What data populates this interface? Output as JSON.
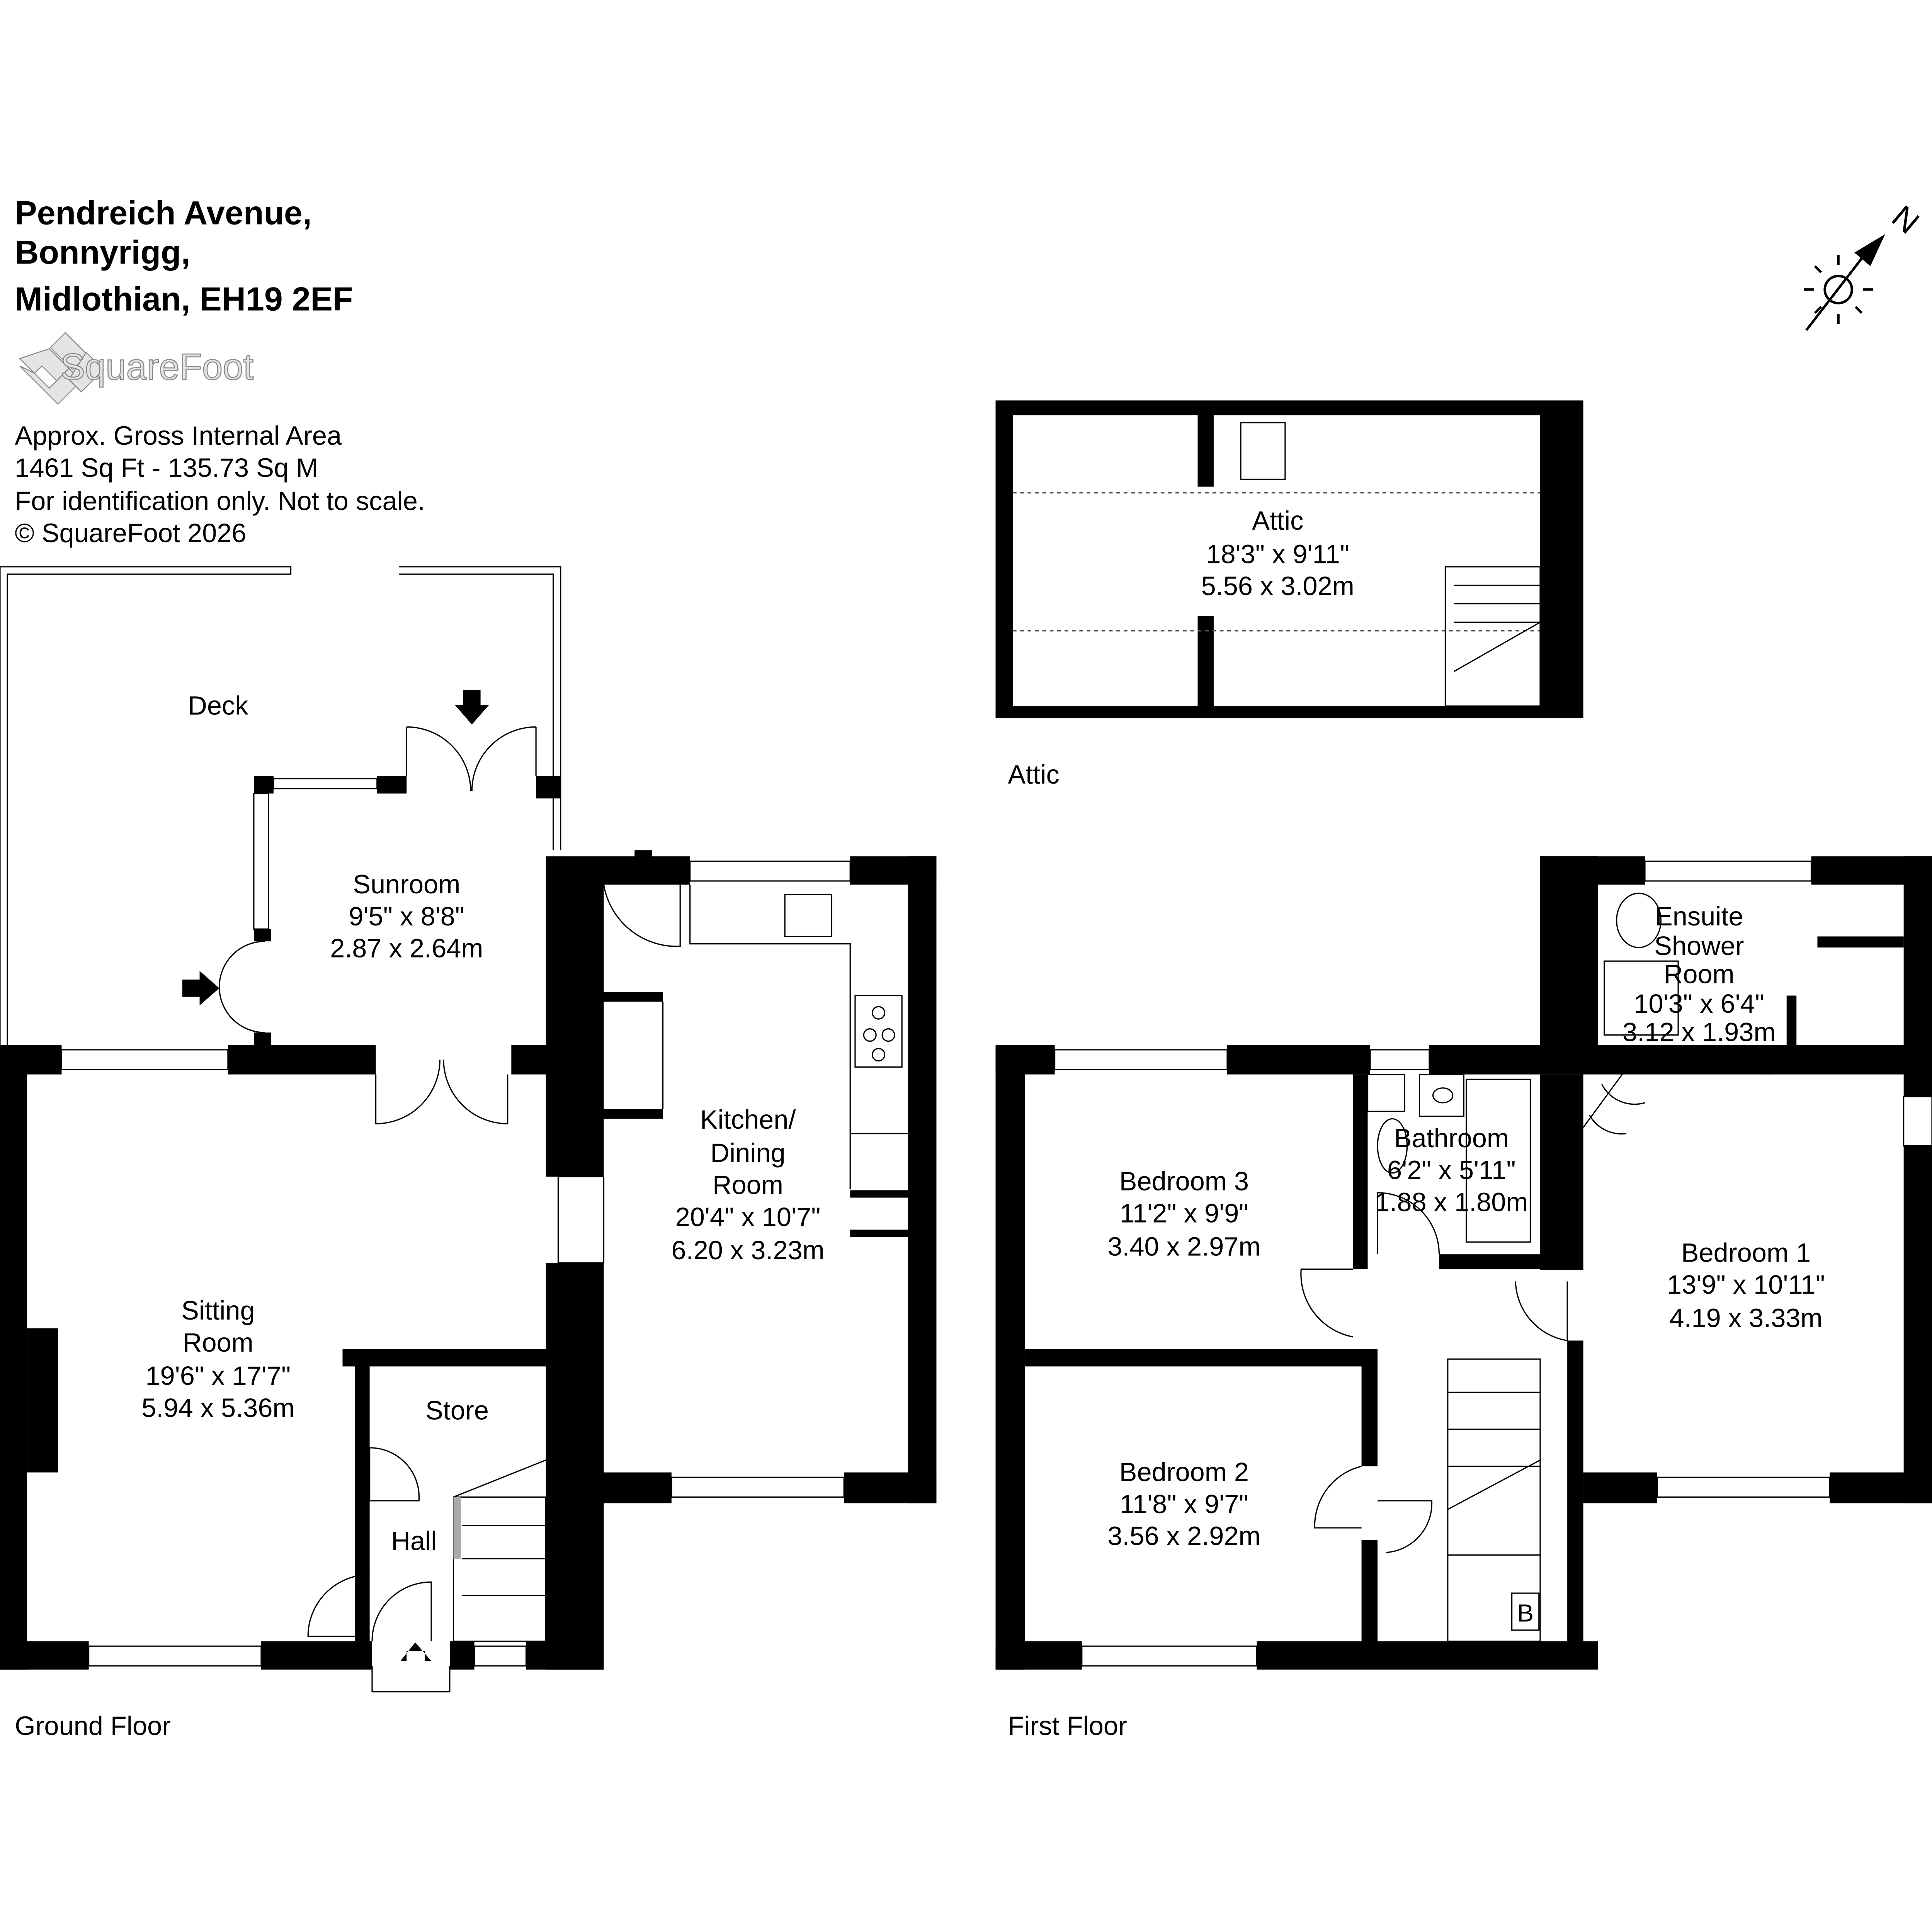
{
  "header": {
    "address_line1": "Pendreich Avenue,",
    "address_line2": "Bonnyrigg,",
    "address_line3": "Midlothian, EH19 2EF"
  },
  "logo": {
    "text": "SquareFoot"
  },
  "info": {
    "line1": "Approx. Gross Internal Area",
    "line2": "1461 Sq Ft  -  135.73 Sq M",
    "line3": "For identification only. Not to scale.",
    "line4": "© SquareFoot 2026"
  },
  "compass": {
    "label": "N"
  },
  "floors": {
    "ground": {
      "label": "Ground Floor",
      "deck": "Deck",
      "sunroom": {
        "name": "Sunroom",
        "imperial": "9'5\" x 8'8\"",
        "metric": "2.87 x 2.64m"
      },
      "kitchen": {
        "name1": "Kitchen/",
        "name2": "Dining",
        "name3": "Room",
        "imperial": "20'4\" x 10'7\"",
        "metric": "6.20 x 3.23m"
      },
      "sitting": {
        "name1": "Sitting",
        "name2": "Room",
        "imperial": "19'6\" x 17'7\"",
        "metric": "5.94 x 5.36m"
      },
      "store": "Store",
      "hall": "Hall"
    },
    "attic": {
      "label": "Attic",
      "room": {
        "name": "Attic",
        "imperial": "18'3\" x 9'11\"",
        "metric": "5.56 x 3.02m"
      }
    },
    "first": {
      "label": "First Floor",
      "ensuite": {
        "name1": "Ensuite",
        "name2": "Shower",
        "name3": "Room",
        "imperial": "10'3\" x 6'4\"",
        "metric": "3.12 x 1.93m"
      },
      "bathroom": {
        "name": "Bathroom",
        "imperial": "6'2\" x 5'11\"",
        "metric": "1.88 x 1.80m"
      },
      "bedroom3": {
        "name": "Bedroom 3",
        "imperial": "11'2\" x 9'9\"",
        "metric": "3.40 x 2.97m"
      },
      "bedroom2": {
        "name": "Bedroom 2",
        "imperial": "11'8\" x 9'7\"",
        "metric": "3.56 x 2.92m"
      },
      "bedroom1": {
        "name": "Bedroom 1",
        "imperial": "13'9\" x 10'11\"",
        "metric": "4.19 x 3.33m"
      },
      "boiler": "B"
    }
  }
}
